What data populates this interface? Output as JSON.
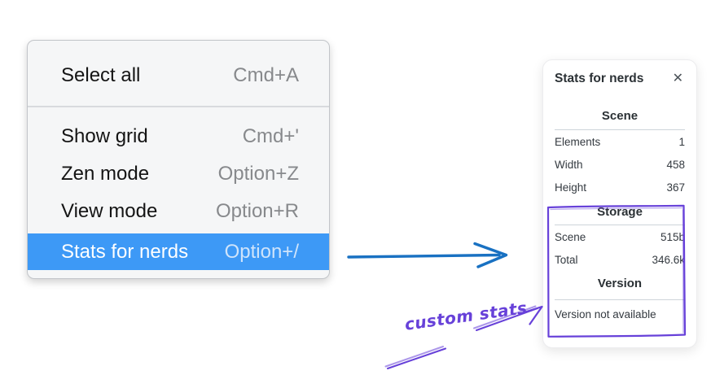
{
  "context_menu": {
    "items": [
      {
        "label": "Select all",
        "shortcut": "Cmd+A"
      },
      {
        "label": "Show grid",
        "shortcut": "Cmd+'"
      },
      {
        "label": "Zen mode",
        "shortcut": "Option+Z"
      },
      {
        "label": "View mode",
        "shortcut": "Option+R"
      },
      {
        "label": "Stats for nerds",
        "shortcut": "Option+/"
      }
    ],
    "selected_item": "Stats for nerds",
    "selected_bg": "#3d99f6"
  },
  "stats_panel": {
    "title": "Stats for nerds",
    "close_icon": "✕",
    "scene_section": {
      "heading": "Scene",
      "rows": [
        {
          "label": "Elements",
          "value": "1"
        },
        {
          "label": "Width",
          "value": "458"
        },
        {
          "label": "Height",
          "value": "367"
        }
      ]
    },
    "storage_section": {
      "heading": "Storage",
      "rows": [
        {
          "label": "Scene",
          "value": "515b"
        },
        {
          "label": "Total",
          "value": "346.6k"
        }
      ]
    },
    "version_section": {
      "heading": "Version",
      "message": "Version not available"
    }
  },
  "annotation": {
    "label": "custom stats",
    "arrow_color": "#1971c2",
    "annotation_color": "#6741d9"
  }
}
